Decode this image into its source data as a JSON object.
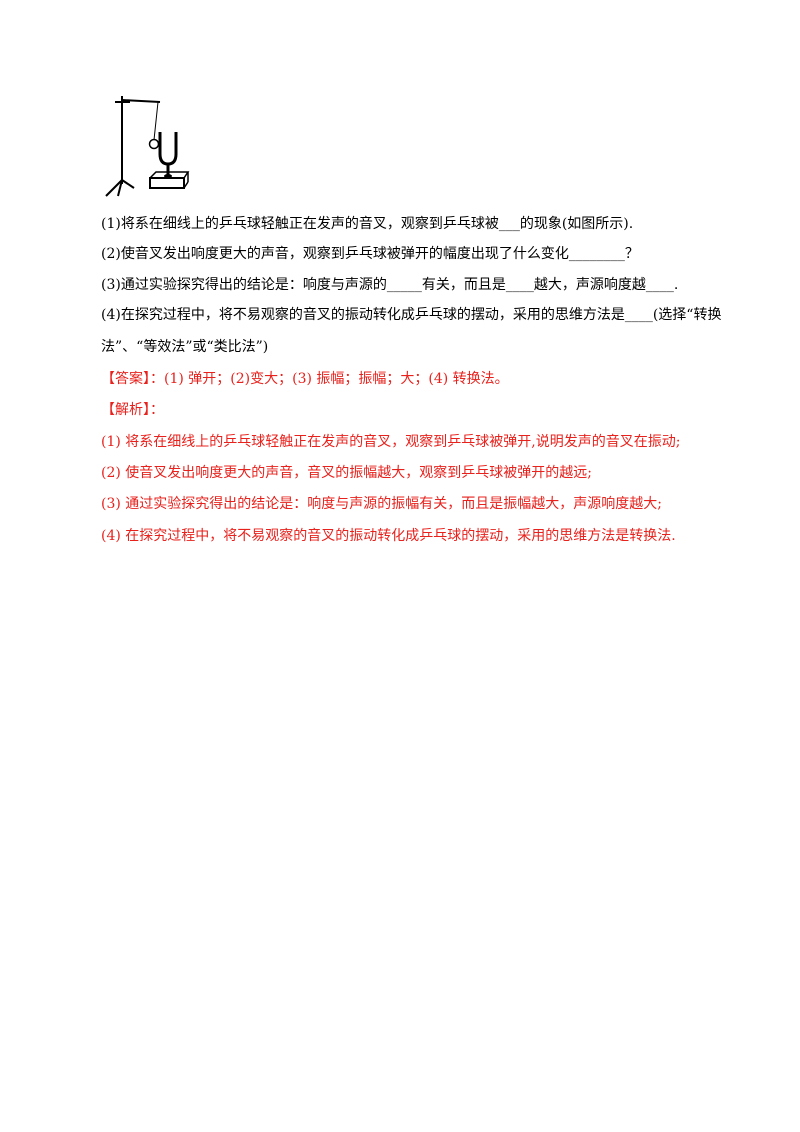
{
  "figure": {
    "icon": "tuning-fork-pingpong-apparatus"
  },
  "questions": [
    "(1)将系在细线上的乒乓球轻触正在发声的音叉，观察到乒乓球被___的现象(如图所示).",
    "(2)使音叉发出响度更大的声音，观察到乒乓球被弹开的幅度出现了什么变化________？",
    "(3)通过实验探究得出的结论是：响度与声源的_____有关，而且是____越大，声源响度越____.",
    "(4)在探究过程中，将不易观察的音叉的振动转化成乒乓球的摆动，采用的思维方法是____(选择“转换",
    "法”、“等效法”或“类比法”)"
  ],
  "answer": "【答案】：(1) 弹开；(2)变大；(3) 振幅；振幅；大；(4) 转换法。",
  "analysis_title": "【解析】：",
  "analysis": [
    "(1) 将系在细线上的乒乓球轻触正在发声的音叉，观察到乒乓球被弹开,说明发声的音叉在振动;",
    "(2) 使音叉发出响度更大的声音，音叉的振幅越大，观察到乒乓球被弹开的越远;",
    "(3) 通过实验探究得出的结论是：响度与声源的振幅有关，而且是振幅越大，声源响度越大;",
    "(4) 在探究过程中，将不易观察的音叉的振动转化成乒乓球的摆动，采用的思维方法是转换法."
  ],
  "colors": {
    "answer_text": "#e8211c",
    "body_text": "#000000"
  }
}
